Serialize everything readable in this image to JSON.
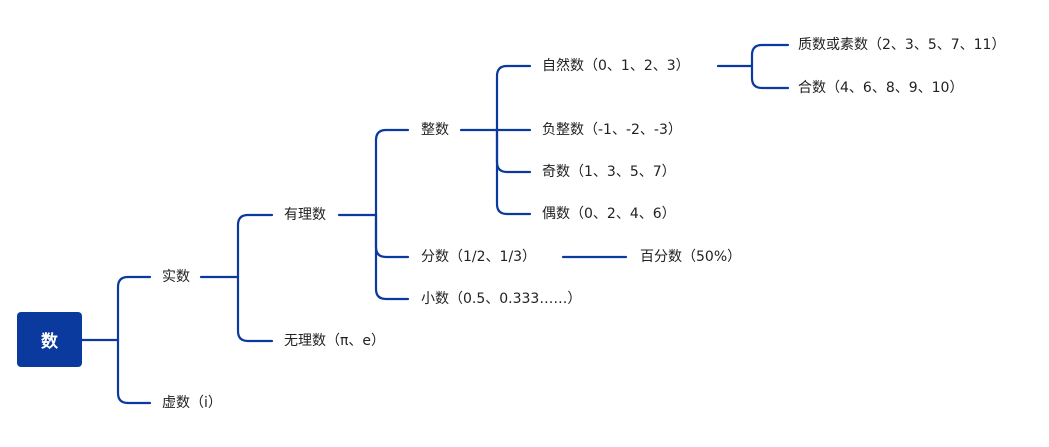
{
  "colors": {
    "line": "#0b3a9e",
    "root_bg": "#0b3a9e",
    "root_text": "#ffffff",
    "text": "#222222"
  },
  "tree": {
    "root": "数",
    "real": "实数",
    "imaginary": "虚数（i）",
    "rational": "有理数",
    "irrational": "无理数（π、e）",
    "integer": "整数",
    "fraction": "分数（1/2、1/3）",
    "decimal": "小数（0.5、0.333……）",
    "natural": "自然数（0、1、2、3）",
    "negative_integer": "负整数（-1、-2、-3）",
    "odd": "奇数（1、3、5、7）",
    "even": "偶数（0、2、4、6）",
    "percentage": "百分数（50%）",
    "prime": "质数或素数（2、3、5、7、11）",
    "composite": "合数（4、6、8、9、10）"
  }
}
